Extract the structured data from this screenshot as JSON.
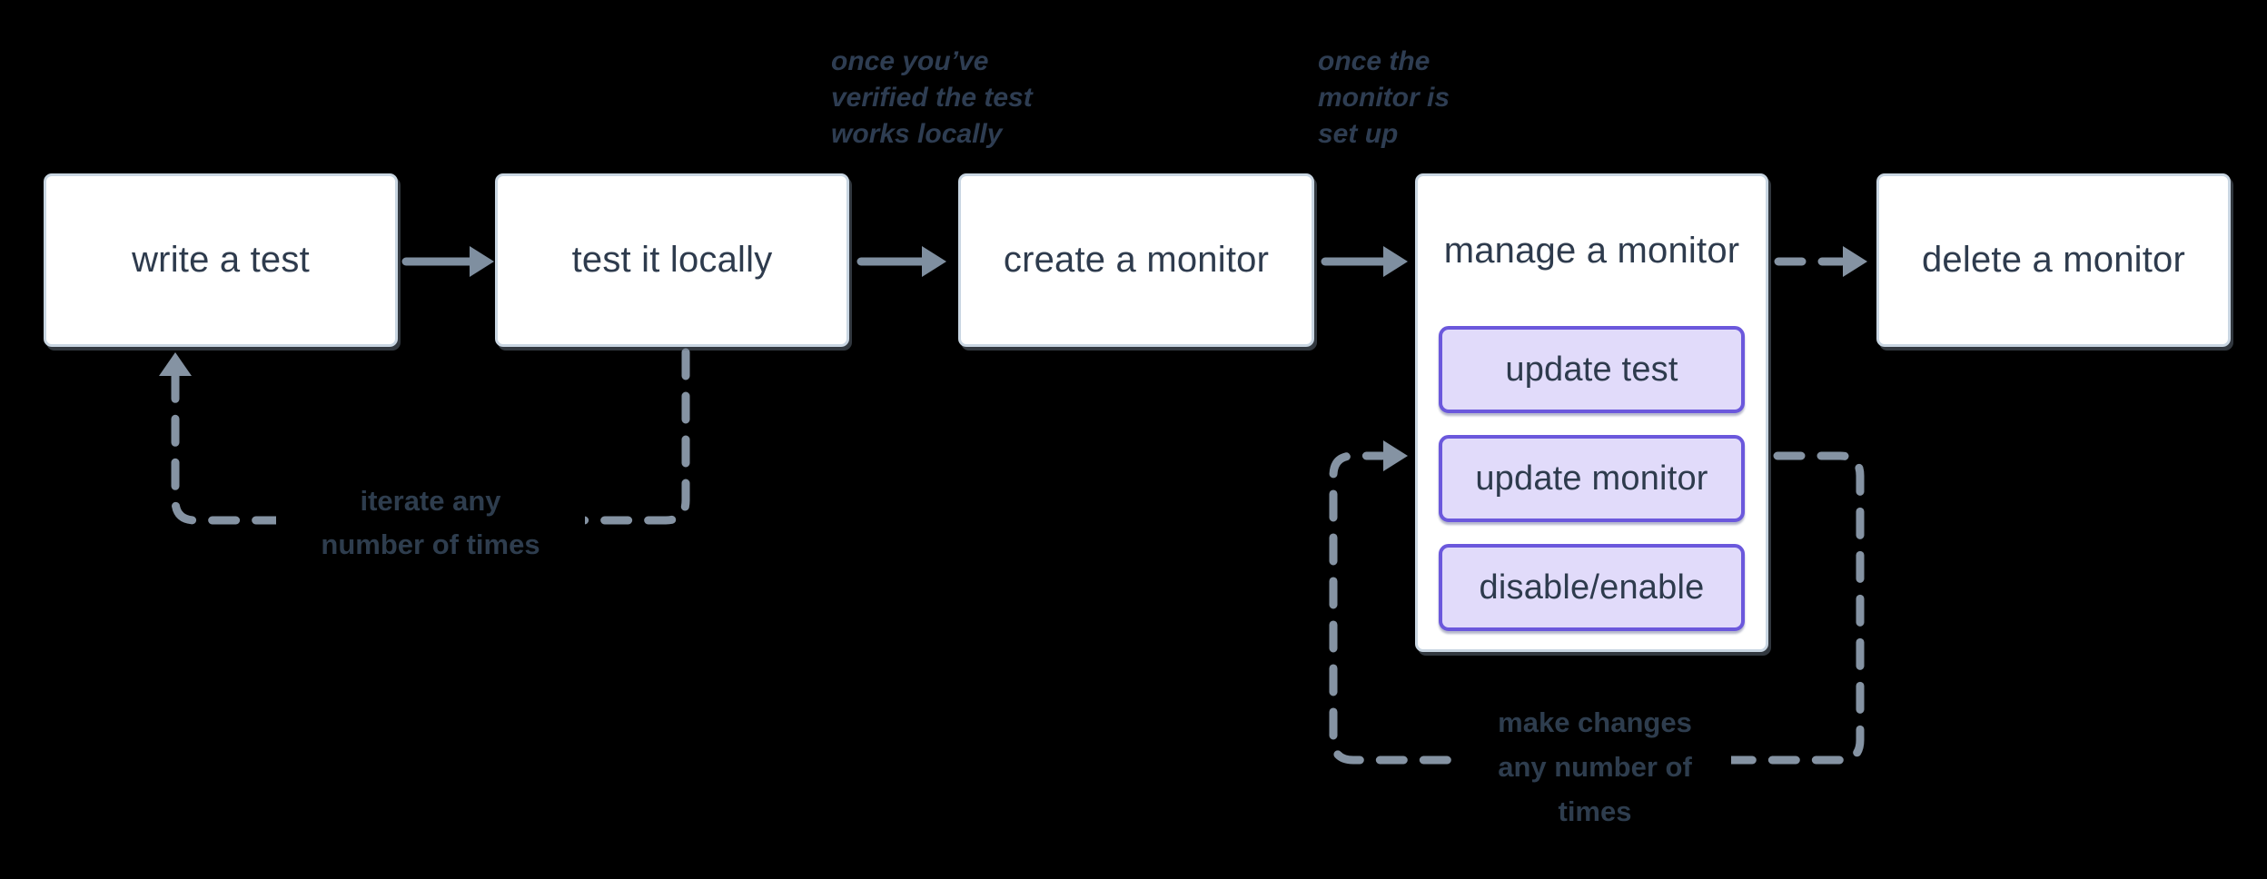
{
  "flow": {
    "nodes": [
      {
        "id": "write-test",
        "label": "write a test"
      },
      {
        "id": "test-locally",
        "label": "test it locally"
      },
      {
        "id": "create-monitor",
        "label": "create a monitor"
      },
      {
        "id": "manage-monitor",
        "label": "manage a monitor",
        "children": [
          "update test",
          "update monitor",
          "disable/enable"
        ]
      },
      {
        "id": "delete-monitor",
        "label": "delete a monitor"
      }
    ],
    "annotations": [
      {
        "lines": [
          "once you’ve",
          "verified the test",
          "works locally"
        ]
      },
      {
        "lines": [
          "once the",
          "monitor is",
          "set up"
        ]
      }
    ],
    "loop_labels": [
      {
        "lines": [
          "iterate any",
          "number of times"
        ]
      },
      {
        "lines": [
          "make changes",
          "any number of",
          "times"
        ]
      }
    ]
  },
  "colors": {
    "background": "#000000",
    "node_fill": "#ffffff",
    "node_border": "#c9d6e2",
    "node_text": "#2e3b4d",
    "subnode_fill": "#e1dbfa",
    "subnode_border": "#6b58dc",
    "arrow": "#7f8fa0",
    "dash": "#8593a3",
    "annotation_text": "#2e3d52",
    "loop_text": "#2e3d4e"
  }
}
